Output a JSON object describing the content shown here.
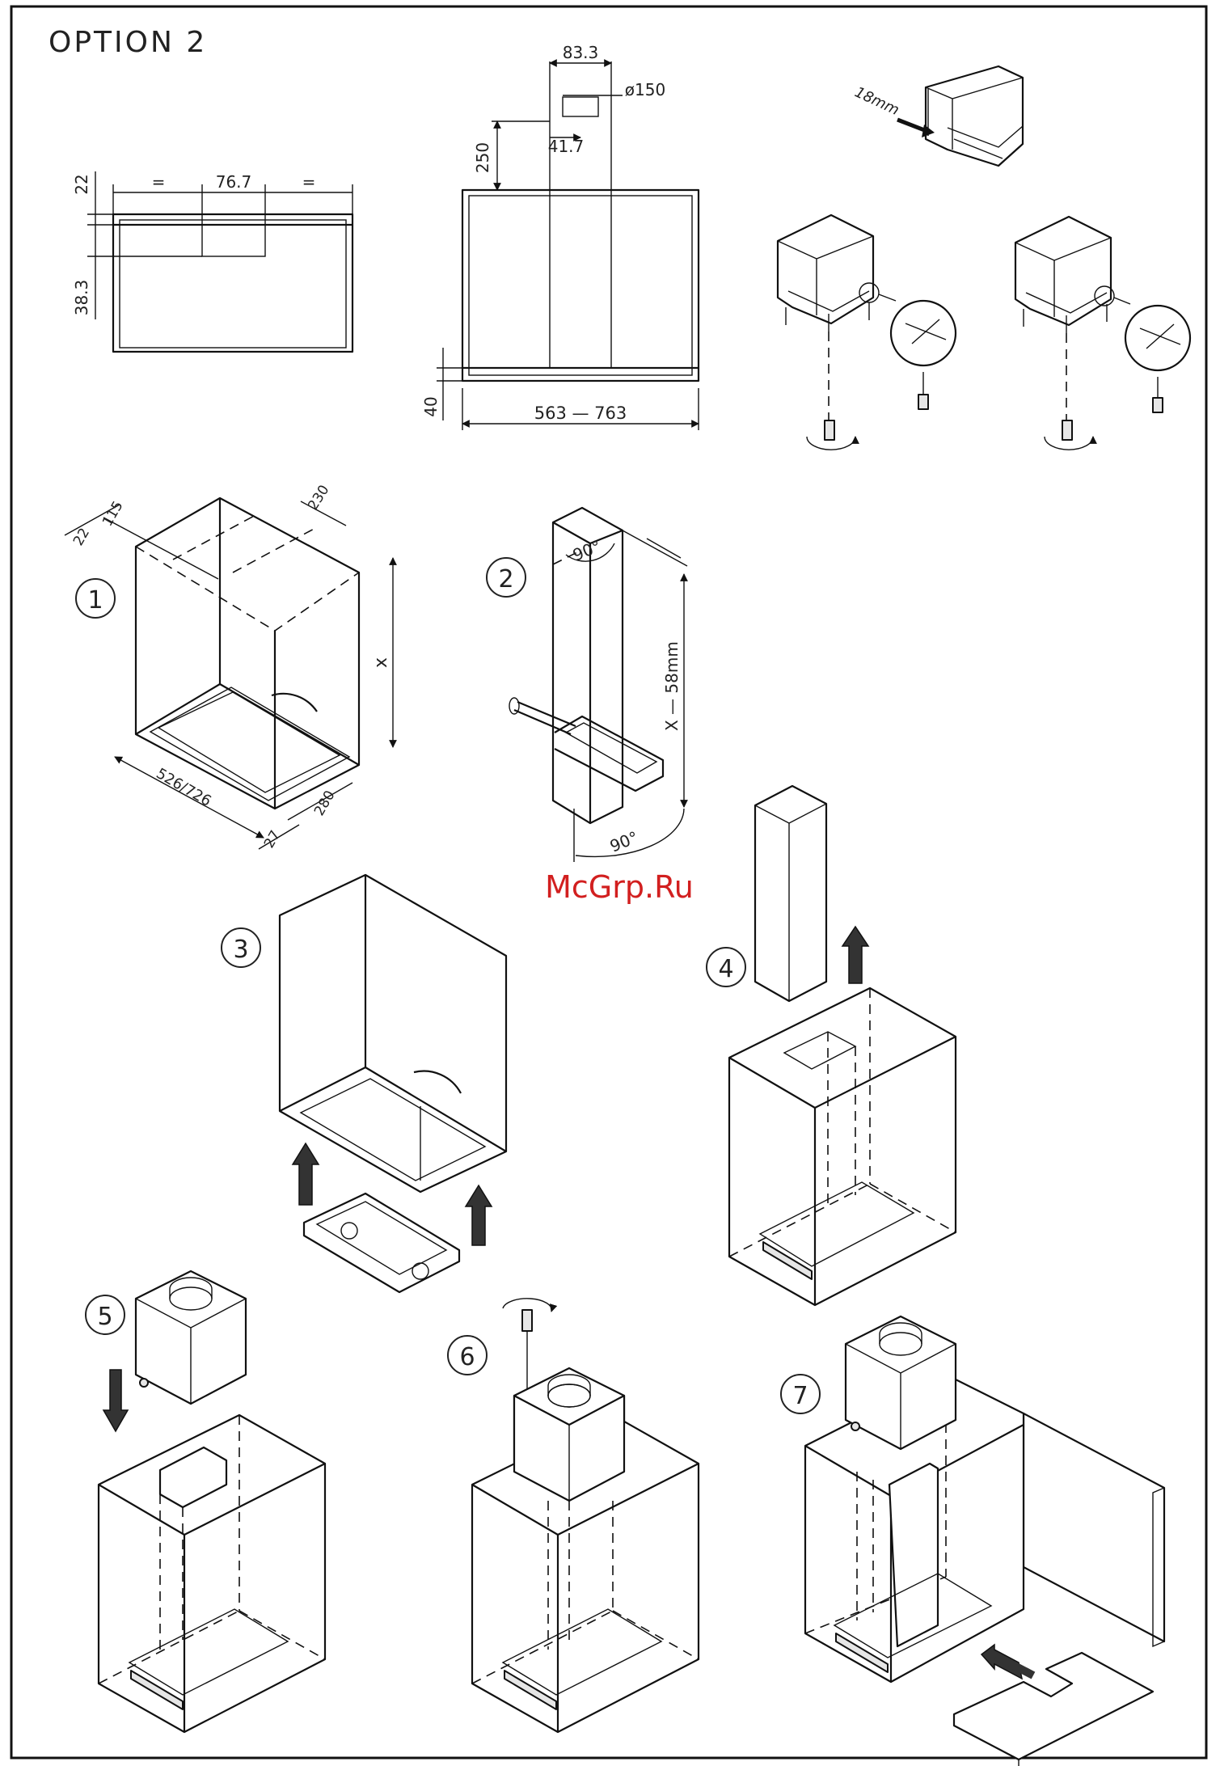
{
  "header": {
    "title": "OPTION  2"
  },
  "watermark": "McGrp.Ru",
  "dimensions": {
    "top_view": {
      "d22": "22",
      "equal_left": "=",
      "w767": "76.7",
      "equal_right": "=",
      "d383": "38.3"
    },
    "front_view": {
      "w833": "83.3",
      "dia150": "ø150",
      "h250": "250",
      "w417": "41.7",
      "h40": "40",
      "width_range": "563 — 763"
    },
    "panel": {
      "thickness": "18mm"
    },
    "step1": {
      "d22": "22",
      "d115": "115",
      "d230": "230",
      "x": "x",
      "w526": "526/726",
      "d27": "27",
      "d280": "280"
    },
    "step2": {
      "angle_top": "90°",
      "angle_bottom": "90°",
      "height": "X — 58mm"
    }
  },
  "steps": [
    "1",
    "2",
    "3",
    "4",
    "5",
    "6",
    "7"
  ]
}
